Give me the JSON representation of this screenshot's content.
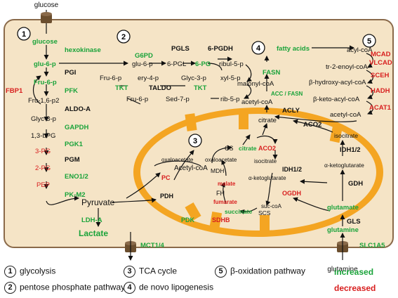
{
  "colors": {
    "increased": "#1aa33a",
    "decreased": "#d81e1e",
    "neutral": "#111111",
    "cell_fill": "#f5e4c6",
    "cell_border": "#8a6a4a",
    "mito_fill": "#f4a522",
    "transporter": "#6b4e2e"
  },
  "labels": {
    "glucose_ext": "glucose",
    "glutamine_ext": "glutamine",
    "nums": [
      "1",
      "2",
      "3",
      "4",
      "5"
    ],
    "glycolysis": {
      "glucose": "glucose",
      "hexokinase": "hexokinase",
      "glu6p": "glu-6-p",
      "pgi": "PGI",
      "fru6p": "Fru-6-p",
      "pfk": "PFK",
      "fbp1": "FBP1",
      "fru16p2": "Fru-1,6-p2",
      "aldoa": "ALDO-A",
      "glyc3p": "Glyc-3-p",
      "gapdh": "GAPDH",
      "bpg": "1,3-bPG",
      "pgk1": "PGK1",
      "pg3": "3-PG",
      "pgm": "PGM",
      "pg2": "2-PG",
      "eno": "ENO1/2",
      "pep": "PEP",
      "pkm2": "PK-M2",
      "pyruvate": "Pyruvate",
      "ldha": "LDH-A",
      "lactate": "Lactate",
      "mct": "MCT1/4"
    },
    "ppp": {
      "g6pd": "G6PD",
      "glu6p": "glu-6-p",
      "pgl6": "6-PGL",
      "pgls": "PGLS",
      "pg6": "6-PG",
      "pgdh": "6-PGDH",
      "ribul5p": "ribul-5-p",
      "fru6p": "Fru-6-p",
      "ery4p": "ery-4-p",
      "glyc3p": "Glyc-3-p",
      "xyl5p": "xyl-5-p",
      "tkt_left": "TKT",
      "taldo": "TALDO",
      "tkt_right": "TKT",
      "fru6p_b": "Fru-6-p",
      "sed7p": "Sed-7-p",
      "rib5p": "rib-5-p"
    },
    "lipo": {
      "fatty_acids": "fatty acids",
      "fasn": "FASN",
      "malonyl": "malonyl-coA",
      "acc": "ACC / FASN",
      "acetyl": "acetyl-coA",
      "acly": "ACLY",
      "citrate": "citrate",
      "aco2": "ACO2",
      "isocitrate": "isocitrate",
      "idh12": "IDH1/2",
      "akg": "α-ketoglutarate",
      "gdh": "GDH",
      "glutamate": "glutamate",
      "gls": "GLS",
      "glutamine": "glutamine",
      "slc1a5": "SLC1A5"
    },
    "boxid": {
      "acylcoa": "acyl-coA",
      "mcad": "MCAD",
      "vlcad": "VLCAD",
      "enoyl": "tr-2-enoyl-coA",
      "sceh": "SCEH",
      "hydroxy": "β-hydroxy-acyl-coA",
      "hadh": "HADH",
      "keto": "β-keto-acyl-coA",
      "acetyl": "acetyl-coA",
      "acat1": "ACAT1"
    },
    "tca": {
      "oxaloacetate_a": "oxaloacetate",
      "oxaloacetate_b": "oxaloacetate",
      "pc": "PC",
      "acetylcoa": "Acetyl-coA",
      "mdh": "MDH",
      "cs": "CS",
      "citrate": "citrate",
      "aco2": "ACO2",
      "isocitrate": "isocitrate",
      "idh12": "IDH1/2",
      "akg": "α-ketoglutarate",
      "ogdh": "OGDH",
      "succoa": "suc-coA",
      "scs": "SCS",
      "succinate": "succinate",
      "sdhb": "SDHB",
      "fumarate": "fumarate",
      "fh": "FH",
      "malate": "malate",
      "pdh": "PDH",
      "pdk": "PDK"
    }
  },
  "legend": {
    "glycolysis": "glycolysis",
    "ppp": "pentose phosphate pathway",
    "tca": "TCA cycle",
    "lipo": "de novo lipogenesis",
    "boxid": "β-oxidation pathway",
    "increased": "increased",
    "decreased": "decreased"
  }
}
